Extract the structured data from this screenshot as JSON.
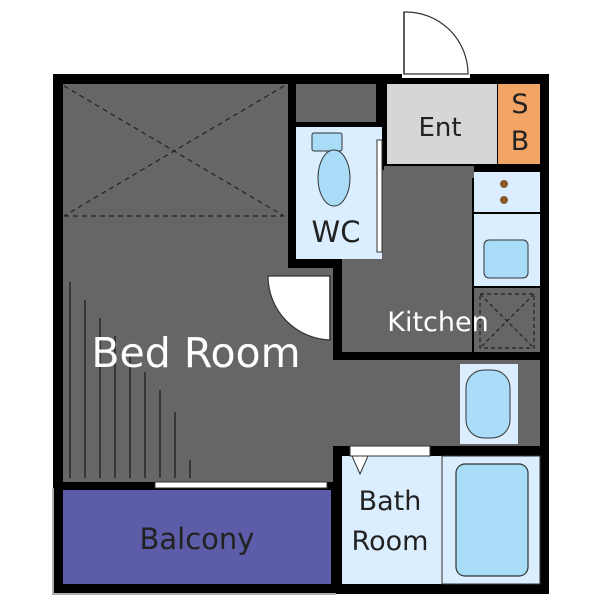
{
  "rooms": {
    "bed_room": "Bed Room",
    "wc": "WC",
    "entrance": "Ent",
    "storage_line1": "S",
    "storage_line2": "B",
    "kitchen": "Kitchen",
    "bath_line1": "Bath",
    "bath_line2": "Room",
    "balcony": "Balcony"
  },
  "colors": {
    "wall": "#000000",
    "floor": "#666666",
    "wet_area": "#dbeeff",
    "entrance_floor": "#d6d6d6",
    "storage": "#f2a565",
    "balcony": "#5c5ca8",
    "fixture": "#a8dcf7",
    "label_light": "#ffffff",
    "label_dark": "#222222"
  }
}
